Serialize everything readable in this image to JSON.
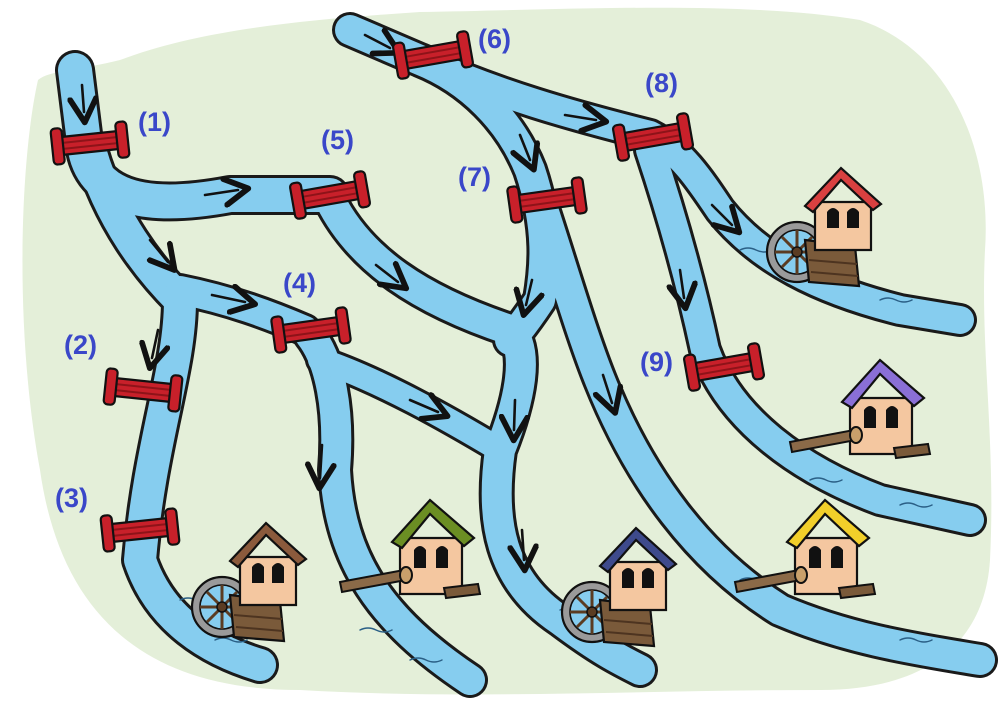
{
  "diagram": {
    "gate_labels": [
      "(1)",
      "(2)",
      "(3)",
      "(4)",
      "(5)",
      "(6)",
      "(7)",
      "(8)",
      "(9)"
    ],
    "colors": {
      "background_wash": "#e4efd9",
      "river_fill": "#86cdef",
      "river_outline": "#1a1a1a",
      "gate_red": "#c8202a",
      "gate_dark": "#8e1319",
      "label_blue": "#3a47c9",
      "house_wall": "#f4c7a0",
      "wheel_wood": "#7a5a3a",
      "roof_brown": "#8b5a3c",
      "roof_green": "#6b8e23",
      "roof_navy": "#3e4a8c",
      "roof_red": "#d94040",
      "roof_purple": "#8a6fd6",
      "roof_yellow": "#f2cf2a"
    },
    "icons": [
      "water-gate-icon",
      "arrow-icon",
      "watermill-icon",
      "house-with-pipe-icon"
    ]
  }
}
